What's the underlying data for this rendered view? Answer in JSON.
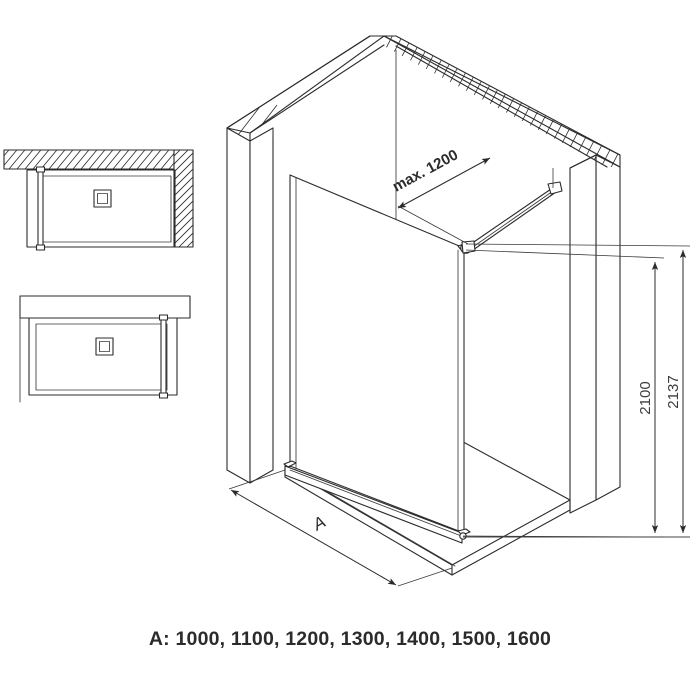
{
  "drawing": {
    "title_caption": "A: 1000, 1100, 1200, 1300, 1400, 1500, 1600",
    "type": "technical-line-drawing",
    "subject": "walk-in shower glass panel with stabiliser bar",
    "line_color": "#2b2b2b",
    "background_color": "#ffffff"
  },
  "dimensions": {
    "bar_max": "max. 1200",
    "height_inner": "2100",
    "height_outer": "2137",
    "width_label": "A"
  },
  "views": {
    "main": {
      "name": "isometric-view",
      "parts": [
        "left-wall",
        "right-wall",
        "ceiling-corner",
        "glass-panel",
        "stabiliser-bar",
        "shower-tray"
      ]
    },
    "inset_top": {
      "name": "plan-view-recess",
      "note": "hatched wall top and right"
    },
    "inset_bottom": {
      "name": "plan-view-open",
      "note": "unhatched, panel on right"
    }
  },
  "options": {
    "prefix": "A:",
    "values": [
      "1000",
      "1100",
      "1200",
      "1300",
      "1400",
      "1500",
      "1600"
    ]
  }
}
